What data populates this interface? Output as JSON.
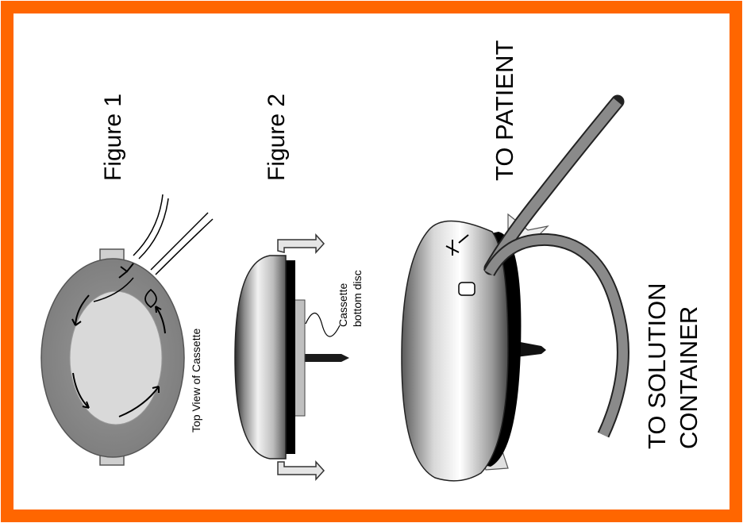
{
  "colors": {
    "border": "#ff6600",
    "body_dark": "#8c8c8c",
    "body_light": "#d9d9d9",
    "rim": "#000000"
  },
  "figure1": {
    "title": "Figure 1",
    "caption": "Top View of Cassette"
  },
  "figure2": {
    "title": "Figure 2",
    "label_line1": "Cassette",
    "label_line2": "bottom disc"
  },
  "figure3": {
    "label_patient": "TO PATIENT",
    "label_solution_line1": "TO SOLUTION",
    "label_solution_line2": "CONTAINER"
  }
}
